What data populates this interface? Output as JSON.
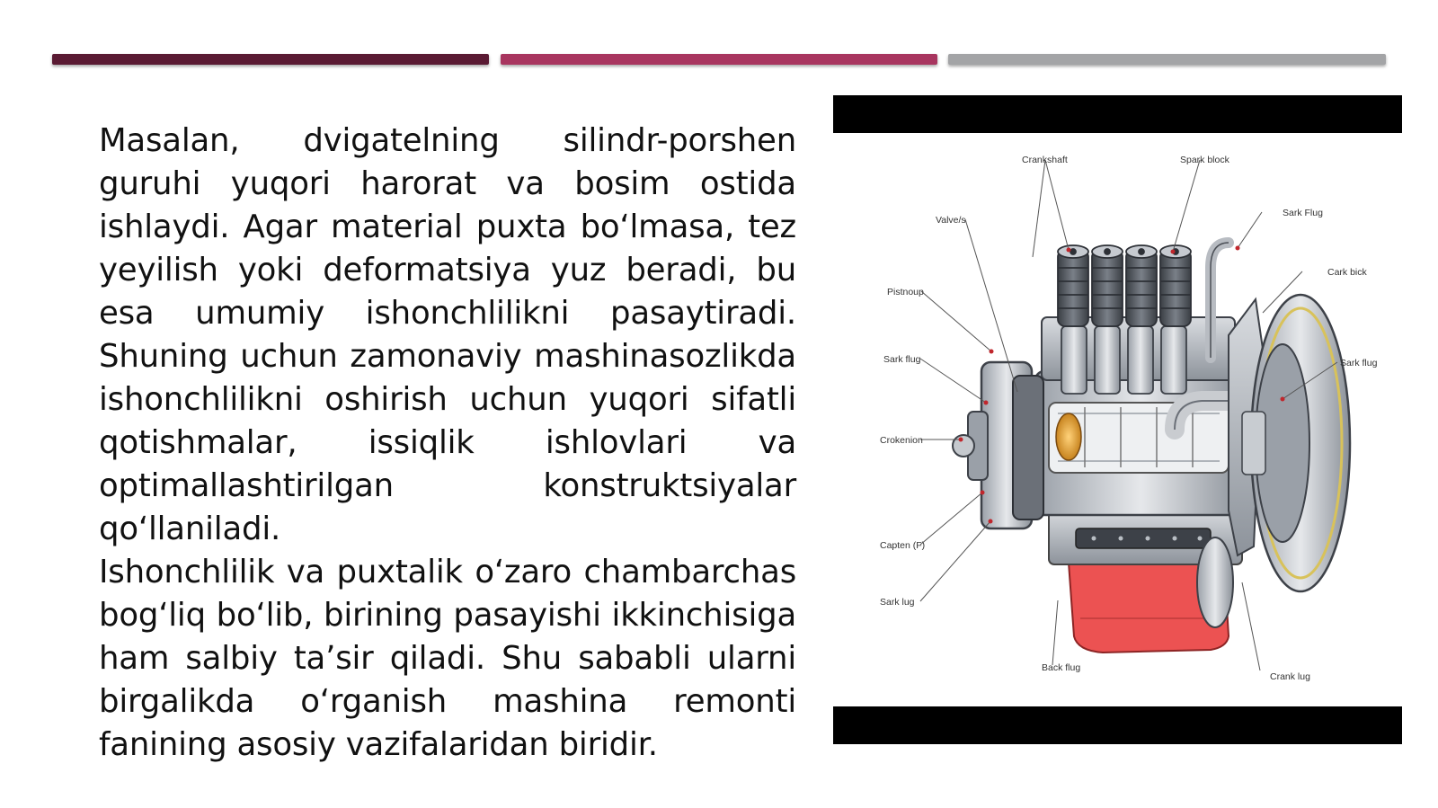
{
  "colors": {
    "bar_1": "#5a1a33",
    "bar_2": "#a8355f",
    "bar_3": "#a3a4a6",
    "text": "#111111",
    "engine_pan": "#ec5252",
    "leader_line": "#c0262c"
  },
  "content": {
    "paragraph_1": "Masalan, dvigatelning silindr-porshen guruhi yuqori harorat va bosim ostida ishlaydi. Agar material puxta bo‘lmasa, tez yeyilish yoki deformatsiya yuz beradi, bu esa umumiy ishonchlilikni pasaytiradi. Shuning uchun zamonaviy mashinasozlikda ishonchlilikni oshirish uchun yuqori sifatli qotishmalar, issiqlik ishlovlari va optimallashtirilgan konstruktsiyalar qo‘llaniladi.",
    "paragraph_2": "Ishonchlilik va puxtalik o‘zaro chambarchas bog‘liq bo‘lib, birining pasayishi ikkinchisiga ham salbiy ta’sir qiladi. Shu sababli ularni birgalikda o‘rganish mashina remonti fanining asosiy vazifalaridan biridir."
  },
  "figure": {
    "labels": {
      "crankshaft": "Crankshaft",
      "spark_block": "Spark block",
      "valves": "Valve/s",
      "sark_flug": "Sark Flug",
      "cark_bick": "Cark bick",
      "pistonoop": "Pistnoup",
      "sark_flug_left": "Sark flug",
      "spark_flug_right": "Sark flug",
      "crokenion": "Crokenion",
      "capten": "Capten (F)",
      "sark_lug": "Sark lug",
      "back_flug": "Back flug",
      "crank_lug": "Crank lug"
    }
  }
}
